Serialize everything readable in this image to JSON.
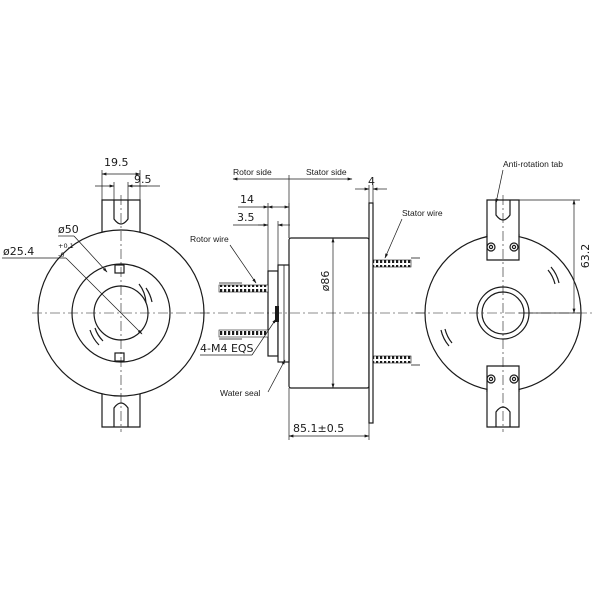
{
  "dimensions": {
    "left_width": "19.5",
    "left_slot": "9.5",
    "bore_dia": "ø50",
    "shaft_dia": "ø25.4",
    "shaft_tol_upper": "+0.1",
    "shaft_tol_lower": "-0",
    "rotor_flange": "14",
    "rotor_offset": "3.5",
    "stator_tab": "4",
    "body_dia": "ø86",
    "thread_spec": "4-M4 EQS",
    "length": "85.1±0.5",
    "tab_span": "63.2"
  },
  "labels": {
    "rotor_side": "Rotor side",
    "stator_side": "Stator side",
    "rotor_wire": "Rotor wire",
    "stator_wire": "Stator wire",
    "water_seal": "Water seal",
    "anti_rotation_tab": "Anti-rotation tab"
  }
}
